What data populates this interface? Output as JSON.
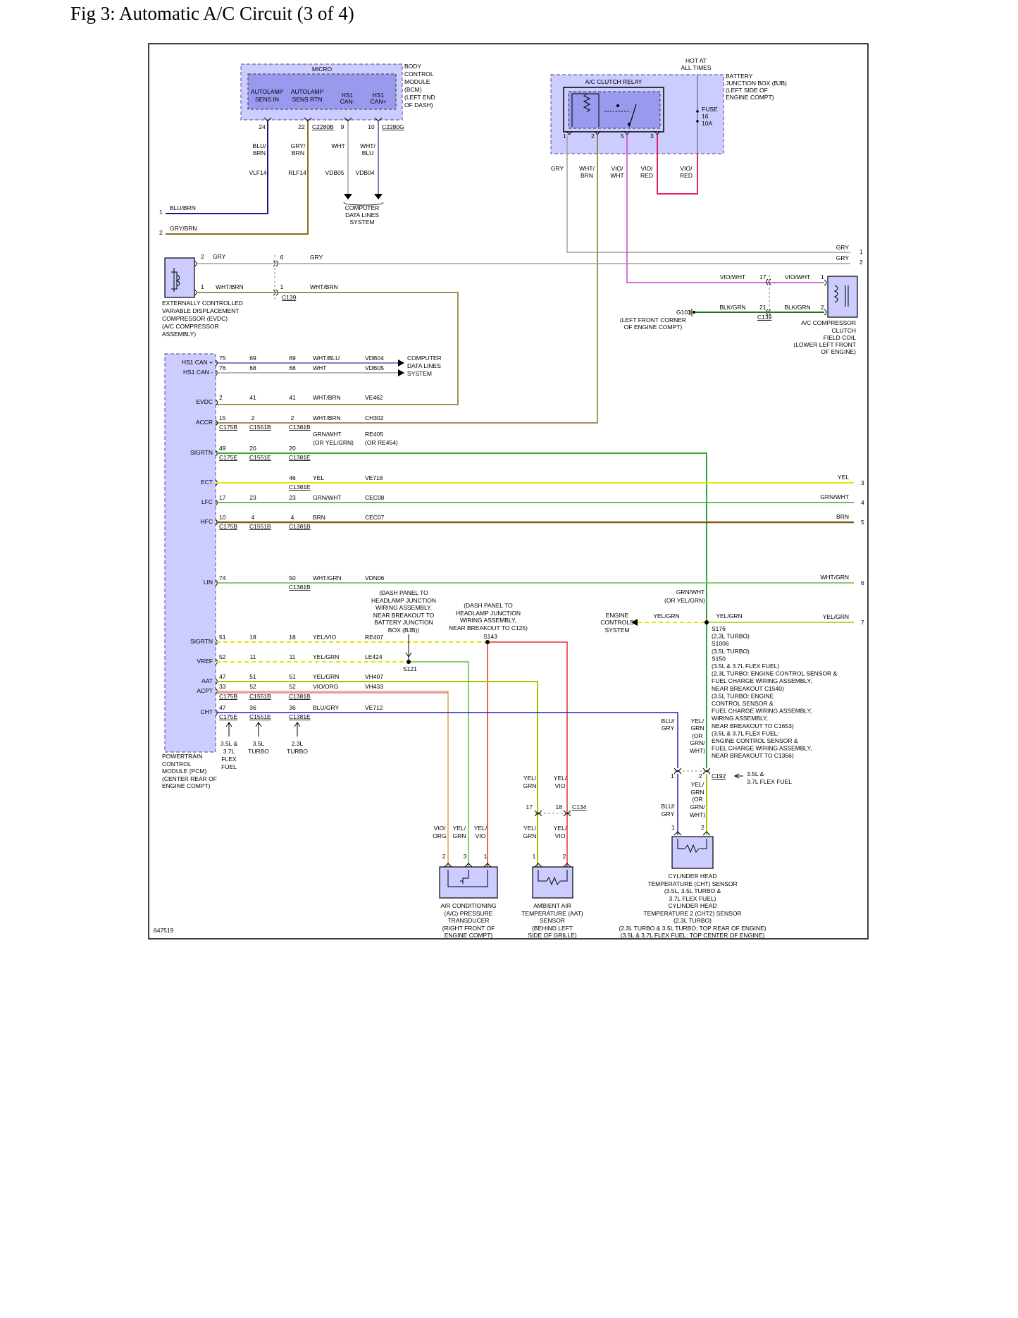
{
  "title": "Fig 3: Automatic A/C Circuit (3 of 4)",
  "figure_id": "647519",
  "colors": {
    "component_fill": "#ccccff",
    "inner_fill": "#9999ee",
    "wire_blu_brn": "#1a1a80",
    "wire_gry_brn": "#8a6d1f",
    "wire_gry": "#a0a0a0",
    "wire_wht_brn": "#8a6d1f",
    "wire_vio_wht": "#cc44cc",
    "wire_vio_red": "#e0206a",
    "wire_blk_grn": "#227722",
    "wire_grn": "#33aa33",
    "wire_yel": "#e6e600",
    "wire_yel_grn": "#99cc00",
    "wire_red": "#e03030",
    "wire_blu": "#2222cc"
  },
  "bcm": {
    "micro": "MICRO",
    "name": [
      "BODY",
      "CONTROL",
      "MODULE",
      "(BCM)",
      "(LEFT END",
      "OF DASH)"
    ],
    "pins": [
      {
        "l1": "AUTOLAMP",
        "l2": "SENS IN",
        "pin": "24"
      },
      {
        "l1": "AUTOLAMP",
        "l2": "SENS RTN",
        "pin": "22"
      },
      {
        "l1": "HS1",
        "l2": "CAN-",
        "pin": "9"
      },
      {
        "l1": "HS1",
        "l2": "CAN+",
        "pin": "10"
      }
    ],
    "conn_a": "C2280B",
    "conn_b": "C2280G",
    "wires": [
      {
        "c1": "BLU/",
        "c2": "BRN",
        "circuit": "VLF14"
      },
      {
        "c1": "GRY/",
        "c2": "BRN",
        "circuit": "RLF14"
      },
      {
        "c1": "WHT",
        "c2": "",
        "circuit": "VDB05"
      },
      {
        "c1": "WHT/",
        "c2": "BLU",
        "circuit": "VDB04"
      }
    ],
    "cdl": [
      "COMPUTER",
      "DATA LINES",
      "SYSTEM"
    ]
  },
  "left_refs": [
    {
      "num": "1",
      "label": "BLU/BRN"
    },
    {
      "num": "2",
      "label": "GRY/BRN"
    }
  ],
  "bjb": {
    "hot": [
      "HOT AT",
      "ALL TIMES"
    ],
    "name": [
      "BATTERY",
      "JUNCTION BOX (BJB)",
      "(LEFT SIDE OF",
      "ENGINE COMPT)"
    ],
    "relay": "A/C CLUTCH RELAY",
    "fuse": [
      "FUSE",
      "16",
      "10A"
    ],
    "pins": [
      "1",
      "2",
      "5",
      "3"
    ],
    "wires": [
      {
        "c1": "GRY",
        "c2": ""
      },
      {
        "c1": "WHT/",
        "c2": "BRN"
      },
      {
        "c1": "VIO/",
        "c2": "WHT"
      },
      {
        "c1": "VIO/",
        "c2": "RED"
      },
      {
        "c1": "VIO/",
        "c2": "RED"
      }
    ]
  },
  "evdc": {
    "pin_top": "2",
    "pin_bot": "1",
    "wire_top": "GRY",
    "wire_bot": "WHT/BRN",
    "c139_top": "6",
    "c139_bot": "1",
    "wire_top2": "GRY",
    "wire_bot2": "WHT/BRN",
    "conn": "C139",
    "name": [
      "EXTERNALLY CONTROLLED",
      "VARIABLE DISPLACEMENT",
      "COMPRESSOR (EVDC)",
      "(A/C COMPRESSOR",
      "ASSEMBLY)"
    ]
  },
  "right_refs": [
    {
      "num": "1",
      "label": "GRY"
    },
    {
      "num": "2",
      "label": "GRY"
    },
    {
      "num": "3",
      "label": "YEL"
    },
    {
      "num": "4",
      "label": "GRN/WHT"
    },
    {
      "num": "5",
      "label": "BRN"
    },
    {
      "num": "6",
      "label": "WHT/GRN"
    },
    {
      "num": "7",
      "label": "YEL/GRN"
    }
  ],
  "clutch": {
    "w1": "VIO/WHT",
    "p1": "17",
    "w1b": "VIO/WHT",
    "p1b": "1",
    "w2": "BLK/GRN",
    "p2": "21",
    "w2b": "BLK/GRN",
    "p2b": "2",
    "conn": "C139",
    "ground": "G103",
    "ground_loc": [
      "(LEFT FRONT CORNER",
      "OF ENGINE COMPT)"
    ],
    "name": [
      "A/C COMPRESSOR",
      "CLUTCH",
      "FIELD COIL",
      "(LOWER LEFT FRONT",
      "OF ENGINE)"
    ]
  },
  "pcm": {
    "name": [
      "POWERTRAIN",
      "CONTROL",
      "MODULE (PCM)",
      "(CENTER REAR OF",
      "ENGINE COMPT)"
    ],
    "rows": [
      {
        "label": "HS1 CAN +",
        "p1": "75",
        "p2": "69",
        "p3": "69",
        "color": "WHT/BLU",
        "circuit": "VDB04"
      },
      {
        "label": "HS1 CAN -",
        "p1": "76",
        "p2": "68",
        "p3": "68",
        "color": "WHT",
        "circuit": "VDB05"
      },
      {
        "label": "EVDC",
        "p1": "2",
        "p2": "41",
        "p3": "41",
        "color": "WHT/BRN",
        "circuit": "VE462"
      },
      {
        "label": "ACCR",
        "p1": "15",
        "p2": "2",
        "p3": "2",
        "color": "WHT/BRN",
        "circuit": "CH302"
      },
      {
        "label": "SIGRTN",
        "p1": "49",
        "p2": "20",
        "p3": "20",
        "color": "GRN/WHT",
        "color2": "(OR YEL/GRN)",
        "circuit": "RE405",
        "circuit2": "(OR RE454)"
      },
      {
        "label": "ECT",
        "p1": "",
        "p2": "",
        "p3": "46",
        "color": "YEL",
        "circuit": "VE716"
      },
      {
        "label": "LFC",
        "p1": "17",
        "p2": "23",
        "p3": "23",
        "color": "GRN/WHT",
        "circuit": "CEC08"
      },
      {
        "label": "HFC",
        "p1": "10",
        "p2": "4",
        "p3": "4",
        "color": "BRN",
        "circuit": "CEC07"
      },
      {
        "label": "LIN",
        "p1": "74",
        "p2": "",
        "p3": "50",
        "color": "WHT/GRN",
        "circuit": "VDN06"
      },
      {
        "label": "SIGRTN",
        "p1": "51",
        "p2": "18",
        "p3": "18",
        "color": "YEL/VIO",
        "circuit": "RE407"
      },
      {
        "label": "VREF",
        "p1": "52",
        "p2": "11",
        "p3": "11",
        "color": "YEL/GRN",
        "circuit": "LE424"
      },
      {
        "label": "AAT",
        "p1": "47",
        "p2": "51",
        "p3": "51",
        "color": "YEL/GRN",
        "circuit": "VH407"
      },
      {
        "label": "ACPT",
        "p1": "33",
        "p2": "52",
        "p3": "52",
        "color": "VIO/ORG",
        "circuit": "VH433"
      },
      {
        "label": "CHT",
        "p1": "47",
        "p2": "36",
        "p3": "36",
        "color": "BLU/GRY",
        "circuit": "VE712"
      }
    ],
    "conns": {
      "c175b": "C175B",
      "c1551b": "C1551B",
      "c1381b": "C1381B",
      "c175e": "C175E",
      "c1551e": "C1551E",
      "c1381e": "C1381E"
    },
    "cdl": [
      "COMPUTER",
      "DATA LINES",
      "SYSTEM"
    ],
    "variants": [
      {
        "l1": "3.5L &",
        "l2": "3.7L",
        "l3": "FLEX",
        "l4": "FUEL"
      },
      {
        "l1": "3.5L",
        "l2": "TURBO",
        "l3": "",
        "l4": ""
      },
      {
        "l1": "2.3L",
        "l2": "TURBO",
        "l3": "",
        "l4": ""
      }
    ]
  },
  "splices": {
    "s121_desc": [
      "(DASH PANEL TO",
      "HEADLAMP JUNCTION",
      "WIRING ASSEMBLY,",
      "NEAR BREAKOUT TO",
      "BATTERY JUNCTION",
      "BOX (BJB))"
    ],
    "s121": "S121",
    "s143_desc": [
      "(DASH PANEL TO",
      "HEADLAMP JUNCTION",
      "WIRING ASSEMBLY,",
      "NEAR BREAKOUT TO C125)"
    ],
    "s143": "S143",
    "ec": [
      "ENGINE",
      "CONTROLS",
      "SYSTEM"
    ],
    "ec_wire": "YEL/GRN",
    "grnwht": "GRN/WHT",
    "oryelgrn": "(OR YEL/GRN)",
    "yelgrn": "YEL/GRN",
    "s176_desc": [
      "S176",
      "(2.3L TURBO)",
      "S1006",
      "(3.5L TURBO)",
      "S150",
      "(3.5L & 3.7L FLEX FUEL)",
      "(2.3L TURBO: ENGINE CONTROL SENSOR &",
      "FUEL CHARGE WIRING ASSEMBLY,",
      "NEAR BREAKOUT C1540)",
      "(3.5L TURBO: ENGINE",
      "CONTROL SENSOR &",
      "FUEL CHARGE WIRING ASSEMBLY,",
      "WIRING ASSEMBLY,",
      "NEAR BREAKOUT TO C1653)",
      "(3.5L & 3.7L FLEX FUEL:",
      "ENGINE CONTROL SENSOR &",
      "FUEL CHARGE WIRING ASSEMBLY,",
      "NEAR BREAKOUT TO C1366)"
    ]
  },
  "cht": {
    "w1": [
      "BLU/",
      "GRY"
    ],
    "w2": [
      "YEL/",
      "GRN",
      "(OR",
      "GRN/",
      "WHT)"
    ],
    "c192_p1": "1",
    "c192_p2": "2",
    "conn": "C192",
    "c192_note": [
      "3.5L &",
      "3.7L FLEX FUEL"
    ],
    "w1b": [
      "BLU/",
      "GRY"
    ],
    "w2b": [
      "YEL/",
      "GRN",
      "(OR",
      "GRN/",
      "WHT)"
    ],
    "pins": [
      "1",
      "2"
    ],
    "name": [
      "CYLINDER HEAD",
      "TEMPERATURE (CHT) SENSOR",
      "(3.5L, 3.5L TURBO &",
      "3.7L FLEX FUEL)",
      "CYLINDER HEAD",
      "TEMPERATURE 2 (CHT2) SENSOR",
      "(2.3L TURBO)",
      "(2.3L TURBO & 3.5L TURBO: TOP REAR OF ENGINE)",
      "(3.5L & 3.7L FLEX FUEL: TOP CENTER OF ENGINE)"
    ]
  },
  "aat": {
    "w_top": [
      {
        "c1": "YEL/",
        "c2": "GRN"
      },
      {
        "c1": "YEL/",
        "c2": "VIO"
      }
    ],
    "c134_p1": "17",
    "c134_p2": "18",
    "conn": "C134",
    "w_bot": [
      {
        "c1": "YEL/",
        "c2": "GRN"
      },
      {
        "c1": "YEL/",
        "c2": "VIO"
      }
    ],
    "pins": [
      "1",
      "2"
    ],
    "name": [
      "AMBIENT AIR",
      "TEMPERATURE (AAT)",
      "SENSOR",
      "(BEHIND LEFT",
      "SIDE OF GRILLE)"
    ]
  },
  "acpt": {
    "wires": [
      {
        "c1": "VIO/",
        "c2": "ORG"
      },
      {
        "c1": "YEL/",
        "c2": "GRN"
      },
      {
        "c1": "YEL/",
        "c2": "VIO"
      }
    ],
    "pins": [
      "2",
      "3",
      "1"
    ],
    "name": [
      "AIR CONDITIONING",
      "(A/C) PRESSURE",
      "TRANSDUCER",
      "(RIGHT FRONT OF",
      "ENGINE COMPT)"
    ]
  }
}
